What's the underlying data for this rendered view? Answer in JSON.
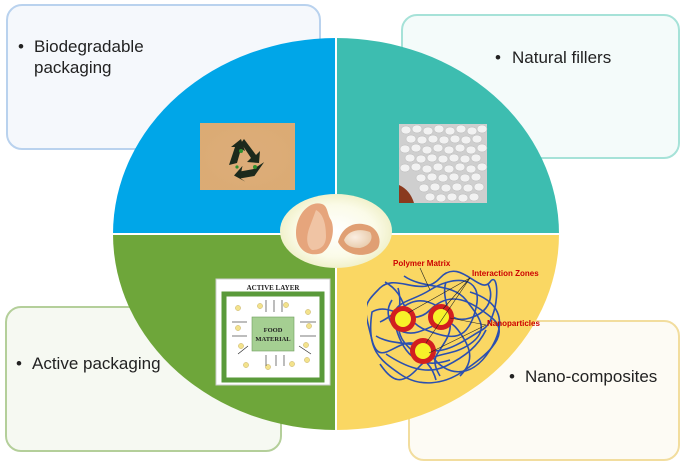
{
  "sections": {
    "top_left": {
      "bullet": "•",
      "text": "Biodegradable packaging",
      "color": "#00a6e8"
    },
    "top_right": {
      "bullet": "•",
      "text": "Natural fillers",
      "color": "#3dbdb0"
    },
    "bottom_left": {
      "bullet": "•",
      "text": "Active packaging",
      "color": "#6ea63a"
    },
    "bottom_right": {
      "bullet": "•",
      "text": "Nano-composites",
      "color": "#fad763"
    }
  },
  "active_layer": {
    "title": "ACTIVE LAYER",
    "food_line1": "FOOD",
    "food_line2": "MATERIAL"
  },
  "nano": {
    "polymer_matrix": "Polymer Matrix",
    "interaction_zones": "Interaction Zones",
    "nanoparticles": "Nanoparticles"
  }
}
